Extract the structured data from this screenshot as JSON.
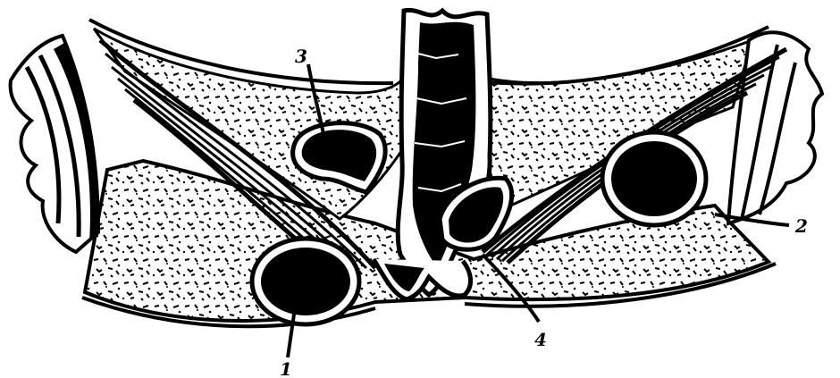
{
  "figure": {
    "labels": {
      "l1": "1",
      "l2": "2",
      "l3": "3",
      "l4": "4"
    },
    "colors": {
      "ink": "#000000",
      "paper": "#ffffff"
    }
  }
}
